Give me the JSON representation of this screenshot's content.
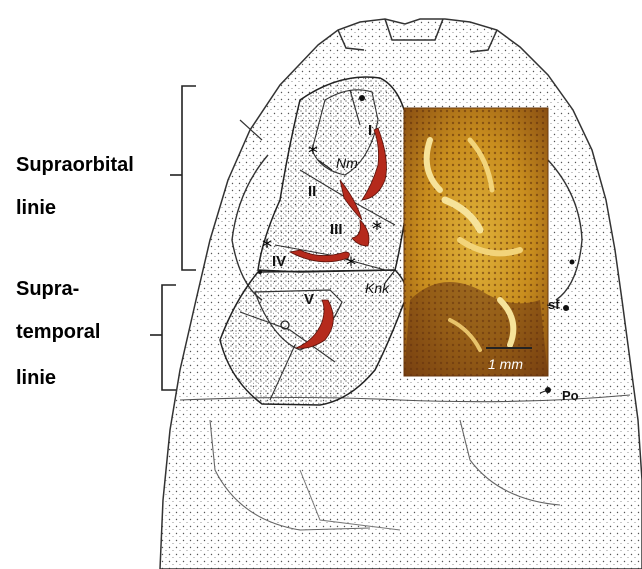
{
  "labels": {
    "supraorbital_line1": "Supraorbital",
    "supraorbital_line2": "linie",
    "supratemporal_line1": "Supra-",
    "supratemporal_line2": "temporal",
    "supratemporal_line3": "linie"
  },
  "canals": {
    "I": "I",
    "II": "II",
    "III": "III",
    "IV": "IV",
    "V": "V"
  },
  "tags": {
    "nm": "Nm",
    "knk": "Knk",
    "sf": "sf",
    "po": "Po"
  },
  "photo": {
    "scale_label": "1 mm"
  },
  "colors": {
    "canal_red": "#b52a1c",
    "photo_base": "#c7901f"
  }
}
